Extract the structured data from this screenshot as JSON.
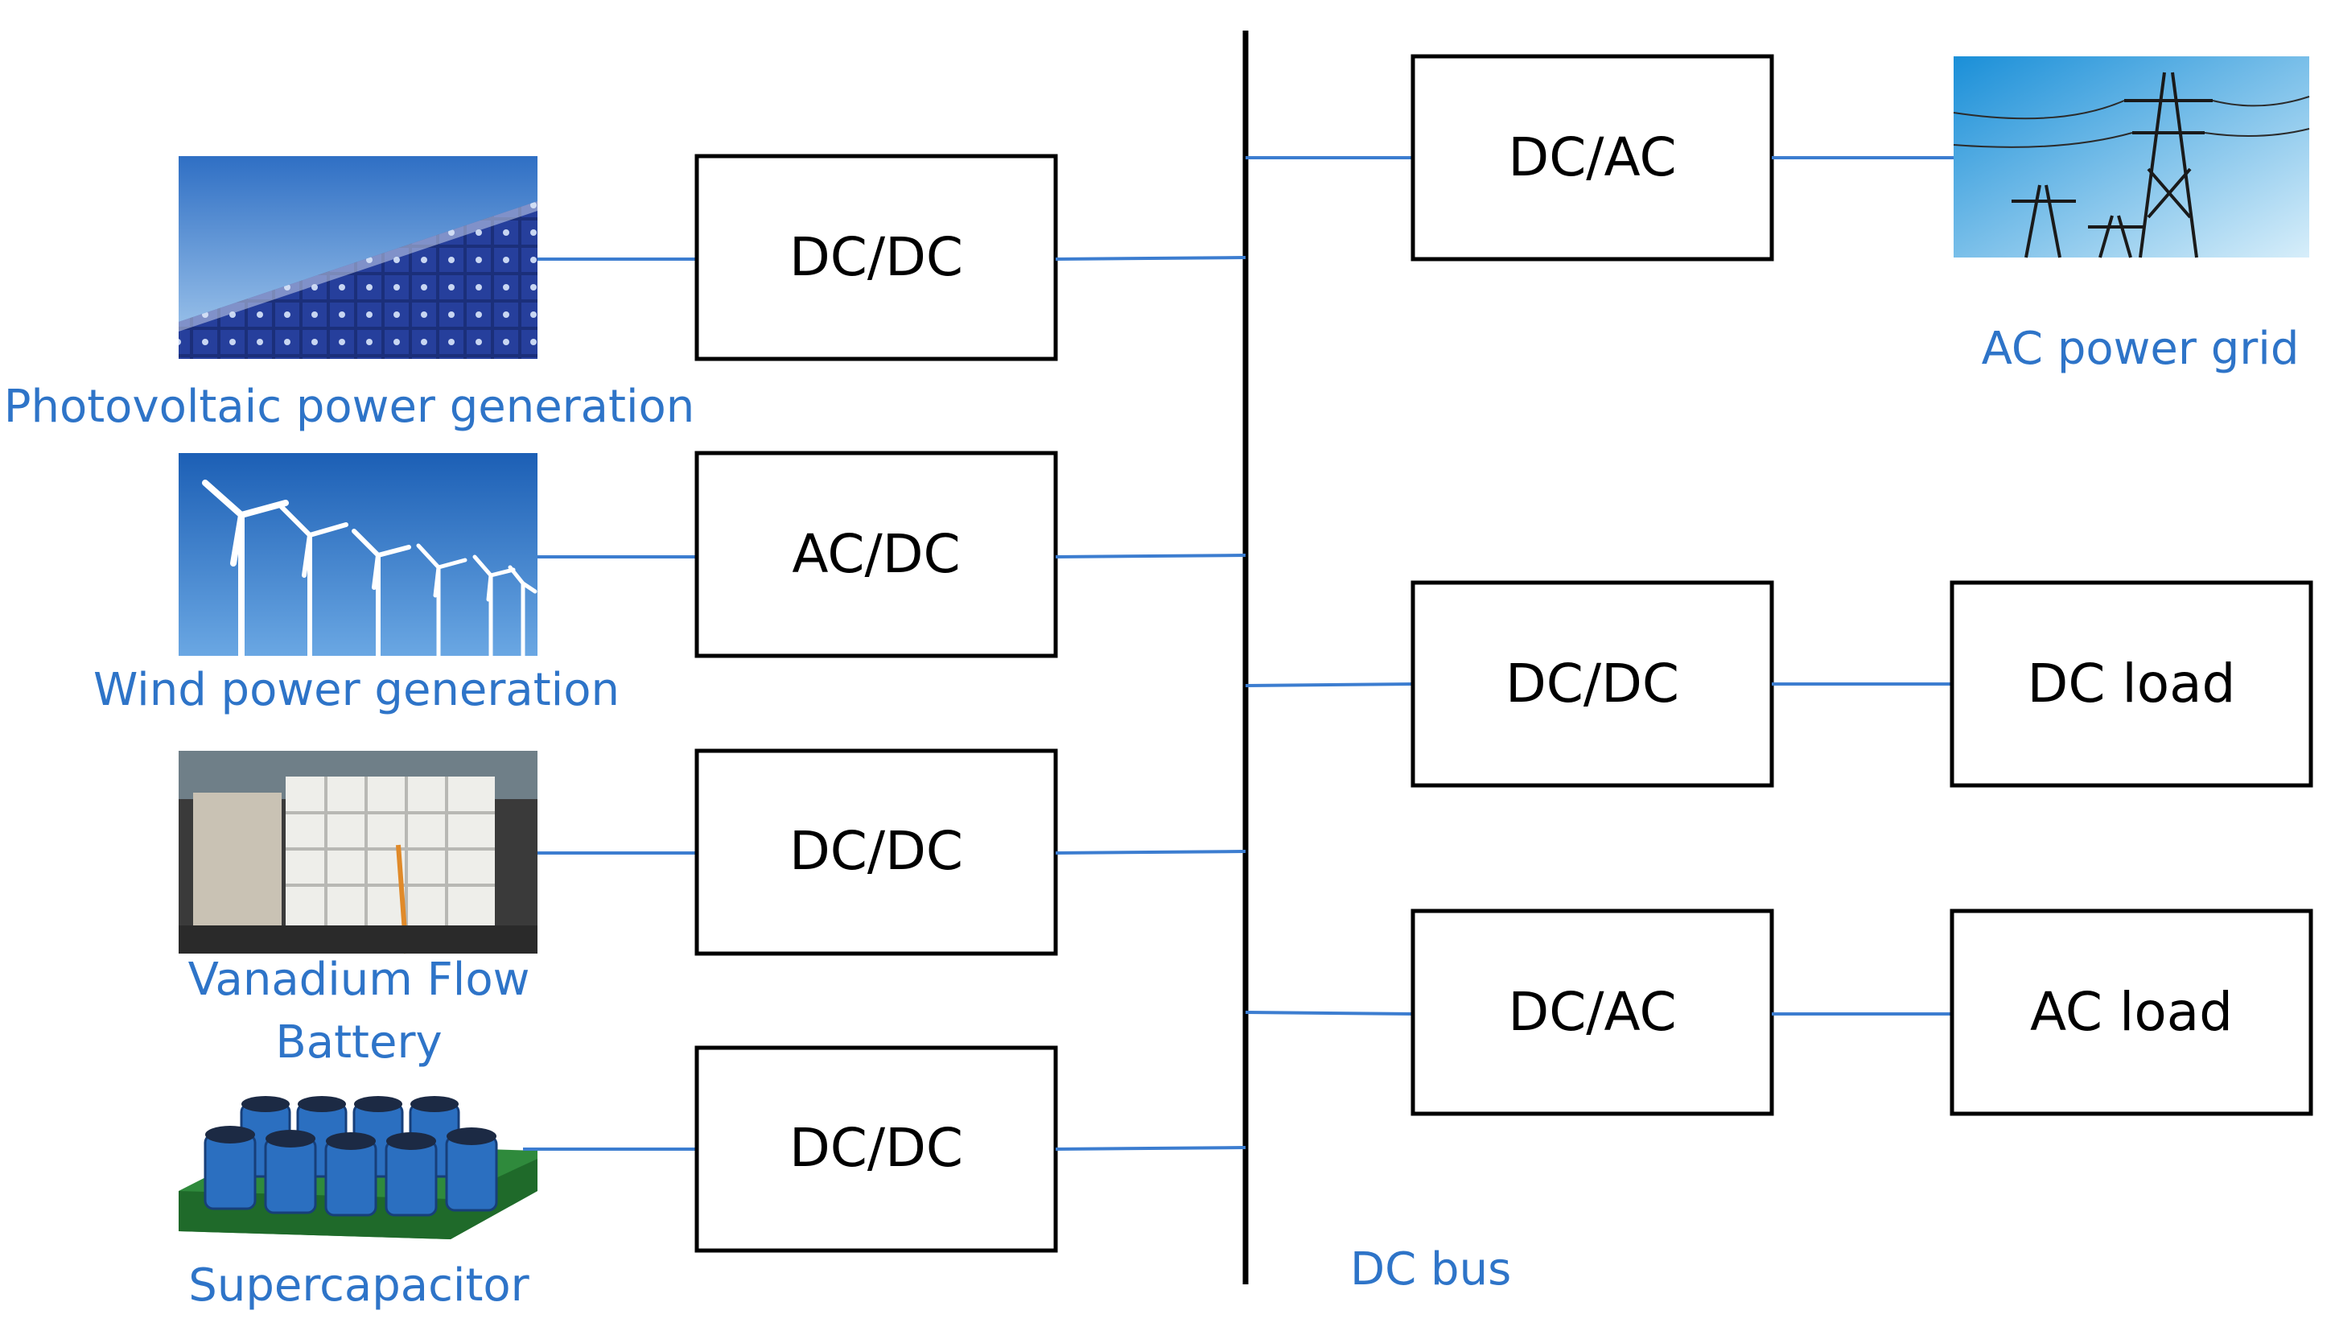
{
  "diagram": {
    "bus_label": "DC bus",
    "sources": [
      {
        "label_lines": [
          "Photovoltaic power generation"
        ],
        "converter": "DC/DC",
        "picture": "solar-panel"
      },
      {
        "label_lines": [
          "Wind power generation"
        ],
        "converter": "AC/DC",
        "picture": "wind-turbines"
      },
      {
        "label_lines": [
          "Vanadium Flow",
          "Battery"
        ],
        "converter": "DC/DC",
        "picture": "flow-battery"
      },
      {
        "label_lines": [
          "Supercapacitor"
        ],
        "converter": "DC/DC",
        "picture": "supercapacitor"
      }
    ],
    "outputs": [
      {
        "converter": "DC/AC",
        "target": "",
        "target_label": "AC power grid",
        "picture": "power-lines"
      },
      {
        "converter": "DC/DC",
        "target": "DC load",
        "target_label": ""
      },
      {
        "converter": "DC/AC",
        "target": "AC load",
        "target_label": ""
      }
    ]
  },
  "colors": {
    "wire": "#3c7dd0",
    "label": "#2e74c8",
    "box_border": "#000000"
  }
}
